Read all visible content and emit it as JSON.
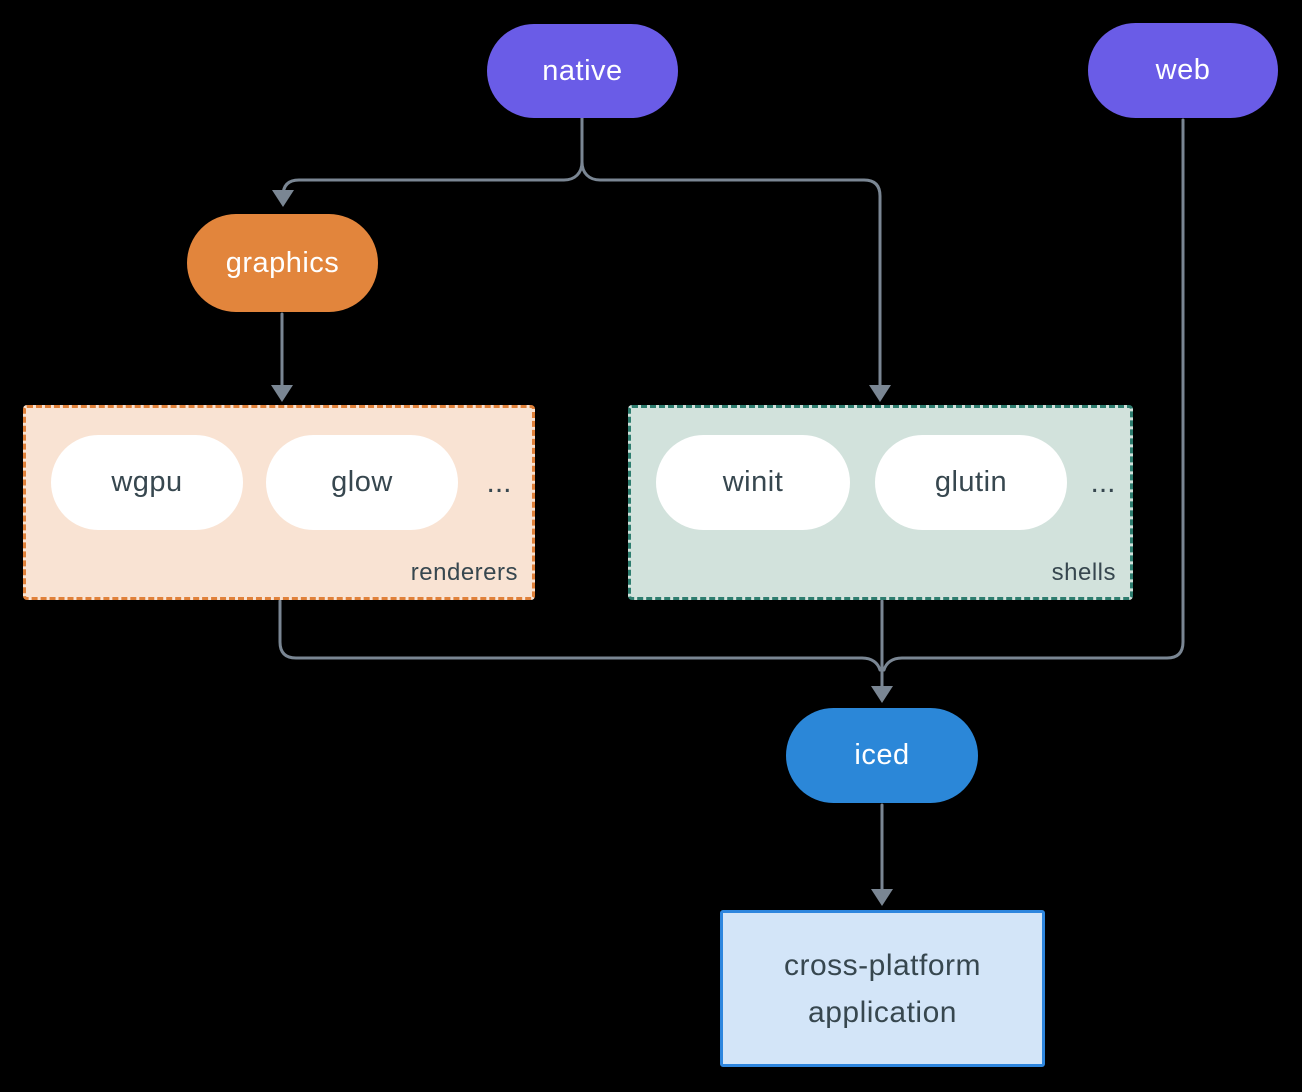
{
  "colors": {
    "background": "#000000",
    "connector": "#7a8693",
    "purple": "#6a5ce7",
    "orange": "#e2853c",
    "blue": "#2b87d8",
    "white_pill": "#ffffff",
    "dark_text": "#37474f",
    "light_text": "#ffffff",
    "renderers_fill": "#f9e3d3",
    "renderers_border": "#e0813a",
    "shells_fill": "#d2e2dc",
    "shells_border": "#2e7d6f",
    "app_fill": "#d3e5f8",
    "app_border": "#2e86de"
  },
  "nodes": {
    "native": {
      "label": "native"
    },
    "web": {
      "label": "web"
    },
    "graphics": {
      "label": "graphics"
    },
    "iced": {
      "label": "iced"
    },
    "app": {
      "line1": "cross-platform",
      "line2": "application"
    }
  },
  "groups": {
    "renderers": {
      "label": "renderers",
      "items": [
        "wgpu",
        "glow"
      ],
      "ellipsis": "..."
    },
    "shells": {
      "label": "shells",
      "items": [
        "winit",
        "glutin"
      ],
      "ellipsis": "..."
    }
  },
  "edges": [
    {
      "from": "native",
      "to": "graphics"
    },
    {
      "from": "native",
      "to": "shells"
    },
    {
      "from": "graphics",
      "to": "renderers"
    },
    {
      "from": "renderers",
      "to": "iced"
    },
    {
      "from": "shells",
      "to": "iced"
    },
    {
      "from": "web",
      "to": "iced"
    },
    {
      "from": "iced",
      "to": "cross-platform application"
    }
  ]
}
